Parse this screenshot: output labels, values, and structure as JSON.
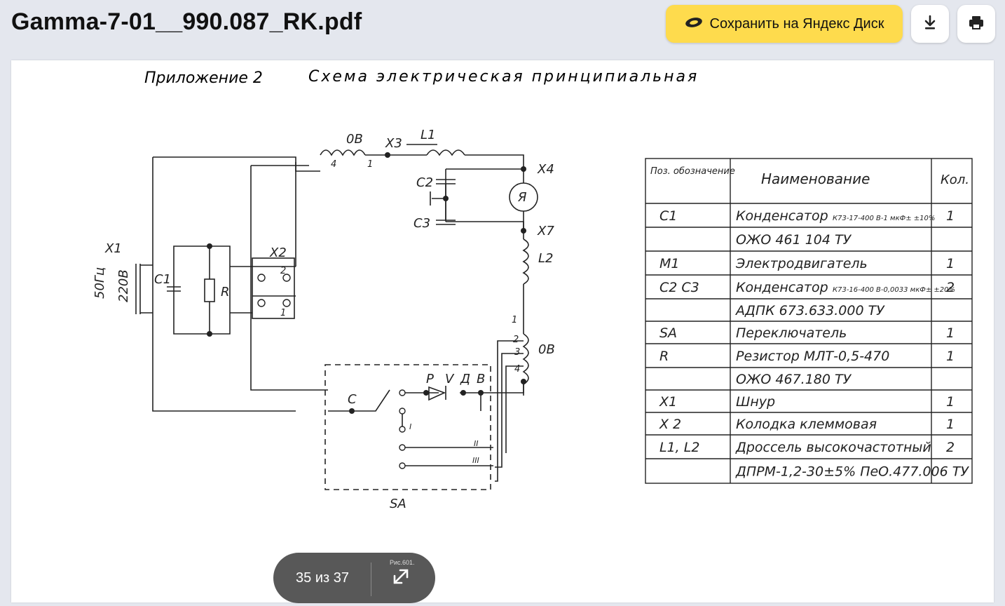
{
  "header": {
    "doc_title": "Gamma-7-01__990.087_RK.pdf",
    "save_label": "Сохранить на Яндекс Диск",
    "download_icon": "download-icon",
    "print_icon": "print-icon"
  },
  "colors": {
    "accent": "#fedb4d",
    "topbar": "#e4e7ee",
    "pager": "#585858"
  },
  "document": {
    "appendix": "Приложение 2",
    "heading": "Схема электрическая принципиальная",
    "schematic_labels": {
      "x1": "X1",
      "hz": "50Гц",
      "volt": "220В",
      "c1": "C1",
      "r": "R",
      "x2": "X2",
      "x2_pin2": "2",
      "x2_pin1": "1",
      "ob_top": "0В",
      "ob_top_pin4": "4",
      "ob_top_pin1": "1",
      "x3": "X3",
      "l1": "L1",
      "x4": "X4",
      "c2": "C2",
      "c3": "C3",
      "motor": "Я",
      "x7": "X7",
      "l2": "L2",
      "pin1": "1",
      "pin2": "2",
      "pin3": "3",
      "pin4": "4",
      "ob_right": "0В",
      "c_sw": "С",
      "p": "Р",
      "v": "V",
      "d": "Д",
      "b": "В",
      "sw_i": "I",
      "sw_ii": "II",
      "sw_iii": "III",
      "sa": "SA"
    },
    "table": {
      "headers": [
        "Поз. обозначение",
        "Наименование",
        "Кол."
      ],
      "rows": [
        {
          "pos": "C1",
          "name": "Конденсатор",
          "note": "К73-17-400 В-1 мкФ± ±10%",
          "qty": "1"
        },
        {
          "pos": "",
          "name": "ОЖО 461 104 ТУ",
          "note": "",
          "qty": ""
        },
        {
          "pos": "M1",
          "name": "Электродвигатель",
          "note": "",
          "qty": "1"
        },
        {
          "pos": "C2 C3",
          "name": "Конденсатор",
          "note": "К73-16-400 В-0,0033 мкФ± ±20%",
          "qty": "2"
        },
        {
          "pos": "",
          "name": "АДПК 673.633.000 ТУ",
          "note": "",
          "qty": ""
        },
        {
          "pos": "SA",
          "name": "Переключатель",
          "note": "",
          "qty": "1"
        },
        {
          "pos": "R",
          "name": "Резистор МЛТ-0,5-470",
          "note": "",
          "qty": "1"
        },
        {
          "pos": "",
          "name": "ОЖО 467.180 ТУ",
          "note": "",
          "qty": ""
        },
        {
          "pos": "X1",
          "name": "Шнур",
          "note": "",
          "qty": "1"
        },
        {
          "pos": "X 2",
          "name": "Колодка клеммовая",
          "note": "",
          "qty": "1"
        },
        {
          "pos": "L1, L2",
          "name": "Дроссель высокочастотный",
          "note": "",
          "qty": "2"
        },
        {
          "pos": "",
          "name": "ДПРМ-1,2-30±5% ПеО.477.006 ТУ",
          "note": "",
          "qty": ""
        }
      ]
    }
  },
  "pager": {
    "count": "35 из 37",
    "fig_label": "Рис.601.",
    "expand_icon": "expand-icon"
  }
}
